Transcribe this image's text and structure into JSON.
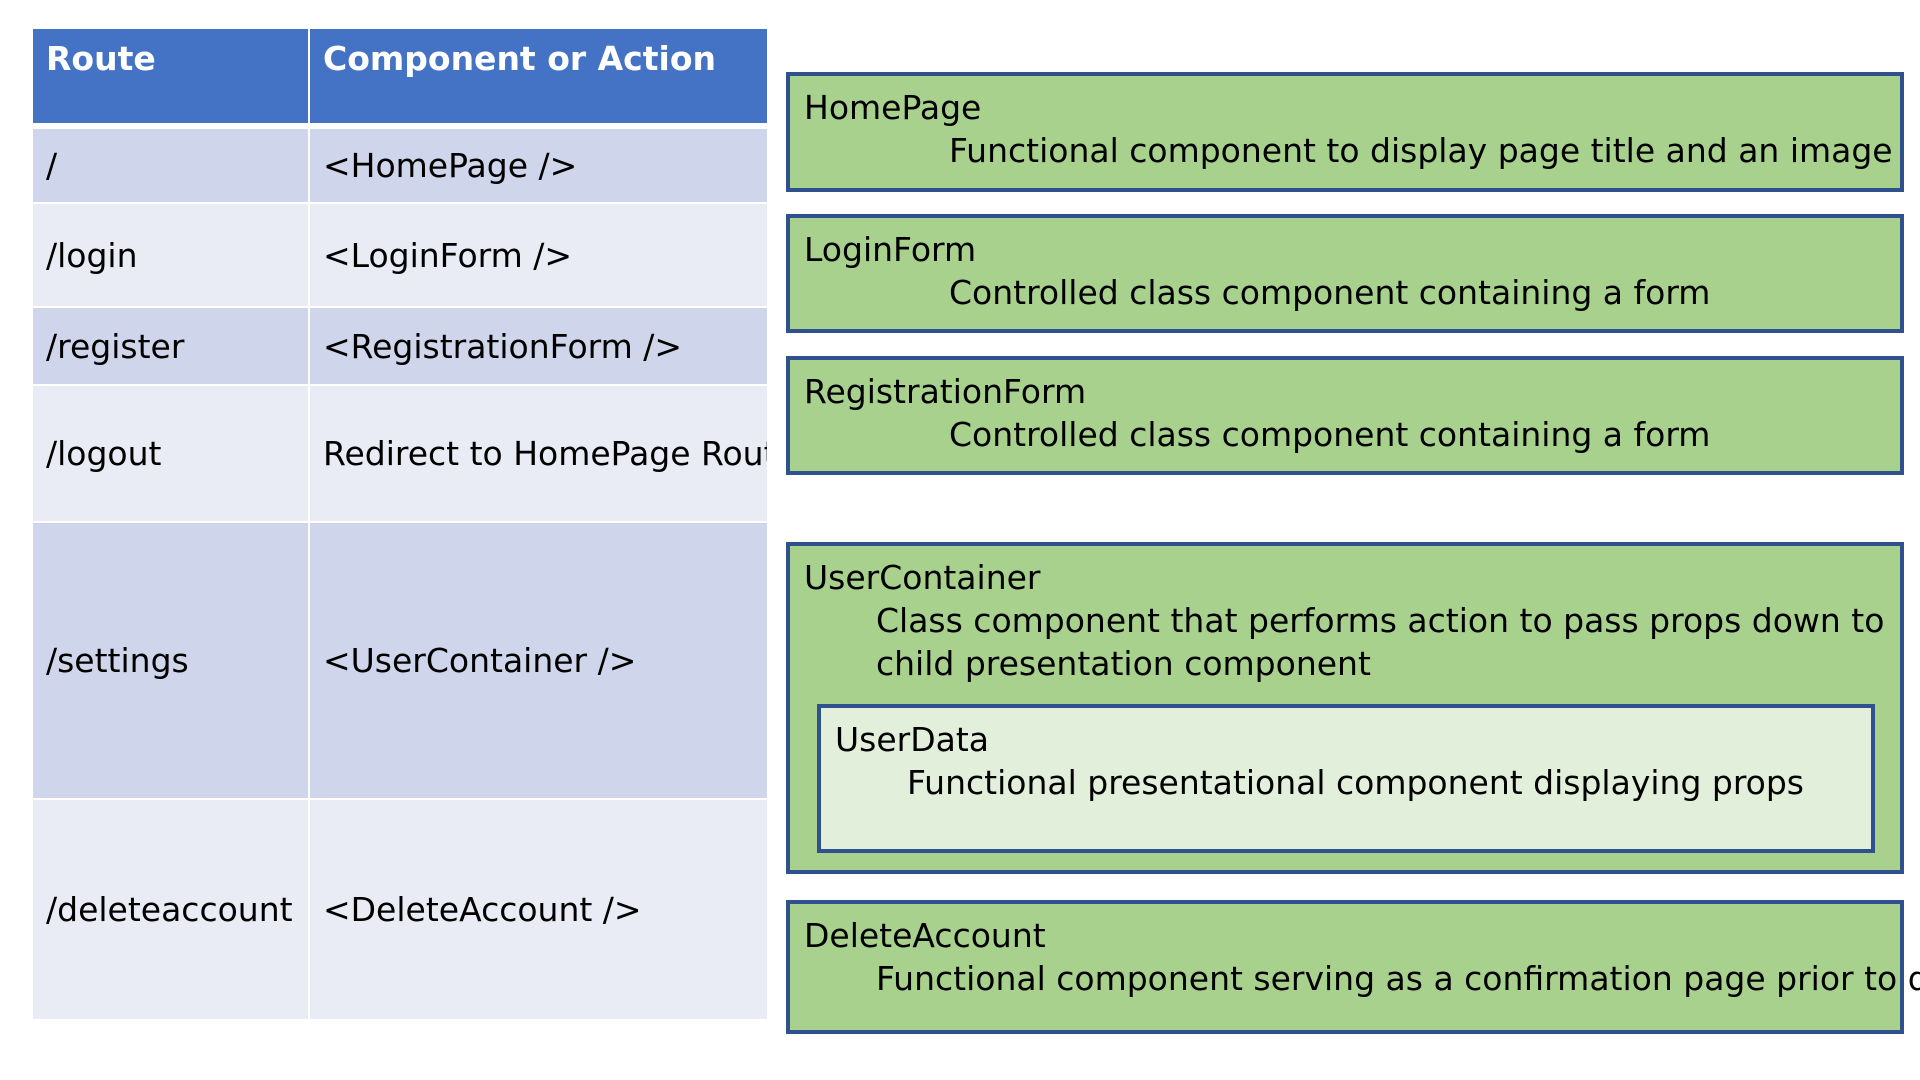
{
  "table": {
    "headers": [
      "Route",
      "Component or Action"
    ],
    "rows": [
      {
        "route": "/",
        "component": "<HomePage />"
      },
      {
        "route": "/login",
        "component": "<LoginForm />"
      },
      {
        "route": "/register",
        "component": "<RegistrationForm />"
      },
      {
        "route": "/logout",
        "component": "Redirect to HomePage Route"
      },
      {
        "route": "/settings",
        "component": "<UserContainer />"
      },
      {
        "route": "/deleteaccount",
        "component": "<DeleteAccount />"
      }
    ]
  },
  "components": {
    "homepage": {
      "title": "HomePage",
      "description": "Functional component to display page title and an image"
    },
    "loginform": {
      "title": "LoginForm",
      "description": "Controlled class component containing a form"
    },
    "registrationform": {
      "title": "RegistrationForm",
      "description": "Controlled class component containing a form"
    },
    "usercontainer": {
      "title": "UserContainer",
      "description": "Class component that performs action to pass props down to child presentation component",
      "child": {
        "title": "UserData",
        "description": "Functional presentational component displaying props"
      }
    },
    "deleteaccount": {
      "title": "DeleteAccount",
      "description": "Functional component serving as a confirmation page prior to delete"
    }
  },
  "colors": {
    "header_bg": "#4472c4",
    "row_odd_bg": "#cfd5ea",
    "row_even_bg": "#e9ebf5",
    "box_bg": "#a9d18e",
    "inner_box_bg": "#e2efda",
    "box_border": "#2f528f"
  }
}
